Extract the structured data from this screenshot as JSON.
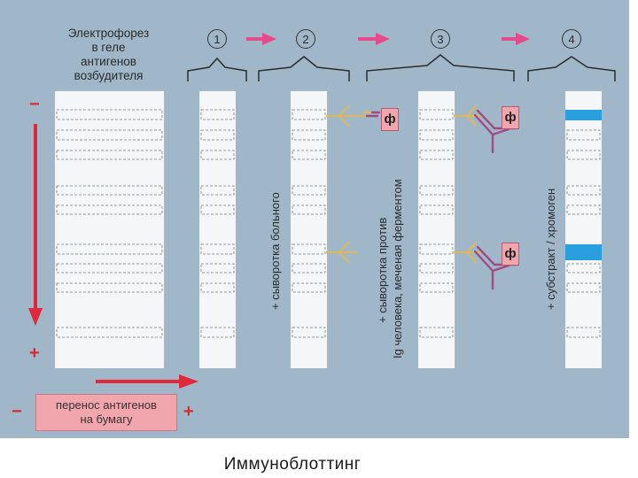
{
  "diagram": {
    "header": {
      "line1": "Электрофорез",
      "line2": "в геле",
      "line3": "антигенов",
      "line4": "возбудителя"
    },
    "steps": [
      "1",
      "2",
      "3",
      "4"
    ],
    "labels": {
      "serum_patient": "+ сыворотка больного",
      "serum_anti_line1": "+ сыворотка против",
      "serum_anti_line2": "Ig человека, меченая ферментом",
      "substrate": "+ субстракт / хромоген"
    },
    "poles": {
      "top": "−",
      "bottom": "+",
      "left": "−",
      "right": "+"
    },
    "transfer": {
      "line1": "перенос антигенов",
      "line2": "на бумагу"
    },
    "enzyme_label": "ф",
    "colors": {
      "background": "#9fb7c9",
      "strip": "#f4f6f7",
      "arrow_red": "#e0283a",
      "pink": "#f1a6ae",
      "antibody_gold": "#d8b76a",
      "antibody_purple": "#a04a86",
      "band_blue": "#2a9fe0"
    }
  },
  "caption": "Иммуноблоттинг"
}
